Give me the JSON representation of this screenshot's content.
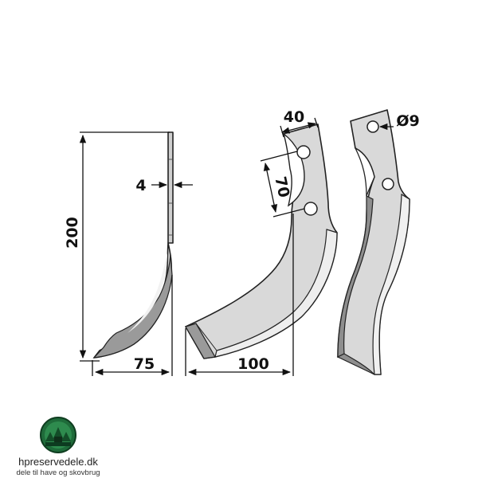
{
  "dimensions": {
    "height": "200",
    "thickness": "4",
    "width_side": "75",
    "width_front": "100",
    "bolt_width": "40",
    "bolt_spacing": "70",
    "hole_diameter": "Ø9"
  },
  "brand": {
    "site": "hpreservedele.dk",
    "tagline": "dele til have og skovbrug"
  },
  "colors": {
    "blade_face": "#d9d9d9",
    "blade_edge": "#9a9a9a",
    "blade_light": "#eeeeee",
    "line": "#111111",
    "logo_green": "#1f6b3a"
  }
}
